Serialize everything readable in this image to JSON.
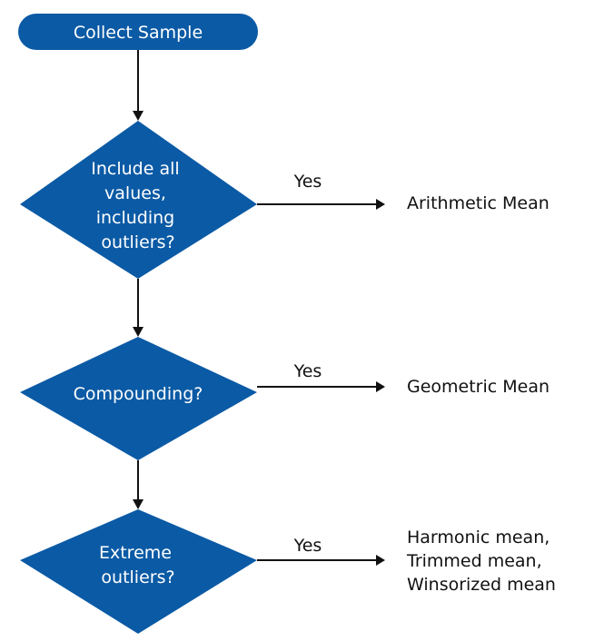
{
  "flowchart": {
    "start": {
      "label": "Collect Sample"
    },
    "decisions": [
      {
        "lines": [
          "Include all",
          "values,",
          "including",
          "outliers?"
        ],
        "yes_label": "Yes",
        "outcome_lines": [
          "Arithmetic Mean"
        ]
      },
      {
        "lines": [
          "Compounding?"
        ],
        "yes_label": "Yes",
        "outcome_lines": [
          "Geometric Mean"
        ]
      },
      {
        "lines": [
          "Extreme",
          "outliers?"
        ],
        "yes_label": "Yes",
        "outcome_lines": [
          "Harmonic mean,",
          "Trimmed mean,",
          "Winsorized mean"
        ]
      }
    ]
  },
  "colors": {
    "shape_fill": "#0b5aa5",
    "shape_text": "#ffffff",
    "line": "#111111",
    "text": "#111111"
  }
}
